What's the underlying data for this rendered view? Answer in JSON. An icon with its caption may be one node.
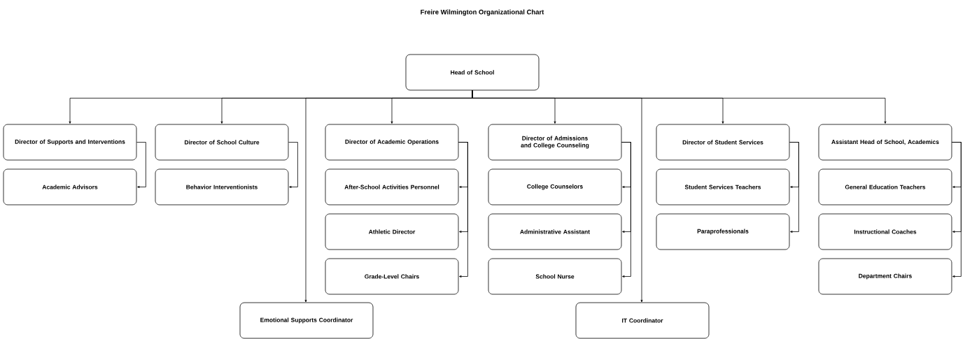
{
  "diagram": {
    "title": "Freire Wilmington Organizational Chart",
    "nodes": [
      {
        "text": [
          "Head of School"
        ]
      },
      {
        "text": [
          "Director of Supports and Interventions"
        ]
      },
      {
        "text": [
          "Academic Advisors"
        ]
      },
      {
        "text": [
          "Director of School Culture"
        ]
      },
      {
        "text": [
          "Behavior Interventionists"
        ]
      },
      {
        "text": [
          "Director of Academic Operations"
        ]
      },
      {
        "text": [
          "After-School Activities Personnel"
        ]
      },
      {
        "text": [
          "Athletic Director"
        ]
      },
      {
        "text": [
          "Grade-Level Chairs"
        ]
      },
      {
        "text": [
          "Director of Admissions and College Counseling"
        ]
      },
      {
        "text": [
          "College Counselors"
        ]
      },
      {
        "text": [
          "Administrative Assistant"
        ]
      },
      {
        "text": [
          "School Nurse"
        ]
      },
      {
        "text": [
          "Director of Student Services"
        ]
      },
      {
        "text": [
          "Student Services Teachers"
        ]
      },
      {
        "text": [
          "Paraprofessionals"
        ]
      },
      {
        "text": [
          "Assistant Head of School, Academics"
        ]
      },
      {
        "text": [
          "General Education Teachers"
        ]
      },
      {
        "text": [
          "Instructional Coaches"
        ]
      },
      {
        "text": [
          "Department Chairs"
        ]
      },
      {
        "text": [
          "Emotional Supports Coordinator"
        ]
      },
      {
        "text": [
          "IT Coordinator"
        ]
      }
    ],
    "edges": [
      {
        "from": 0,
        "to": 1,
        "arrow": "to"
      },
      {
        "from": 0,
        "to": 3,
        "arrow": "to"
      },
      {
        "from": 0,
        "to": 20,
        "arrow": "to"
      },
      {
        "from": 0,
        "to": 5,
        "arrow": "to"
      },
      {
        "from": 0,
        "to": 9,
        "arrow": "to"
      },
      {
        "from": 0,
        "to": 21,
        "arrow": "to"
      },
      {
        "from": 0,
        "to": 13,
        "arrow": "to"
      },
      {
        "from": 0,
        "to": 16,
        "arrow": "to"
      },
      {
        "from": 1,
        "to": 2,
        "arrow": "to"
      },
      {
        "from": 3,
        "to": 4,
        "arrow": "to"
      },
      {
        "from": 5,
        "to": 6,
        "arrow": "to"
      },
      {
        "from": 5,
        "to": 7,
        "arrow": "to"
      },
      {
        "from": 5,
        "to": 8,
        "arrow": "to"
      },
      {
        "from": 9,
        "to": 10,
        "arrow": "to"
      },
      {
        "from": 9,
        "to": 11,
        "arrow": "to"
      },
      {
        "from": 9,
        "to": 12,
        "arrow": "to"
      },
      {
        "from": 13,
        "to": 14,
        "arrow": "to"
      },
      {
        "from": 13,
        "to": 15,
        "arrow": "to"
      },
      {
        "from": 16,
        "to": 17,
        "arrow": "to"
      },
      {
        "from": 16,
        "to": 18,
        "arrow": "to"
      },
      {
        "from": 16,
        "to": 19,
        "arrow": "to"
      }
    ]
  }
}
